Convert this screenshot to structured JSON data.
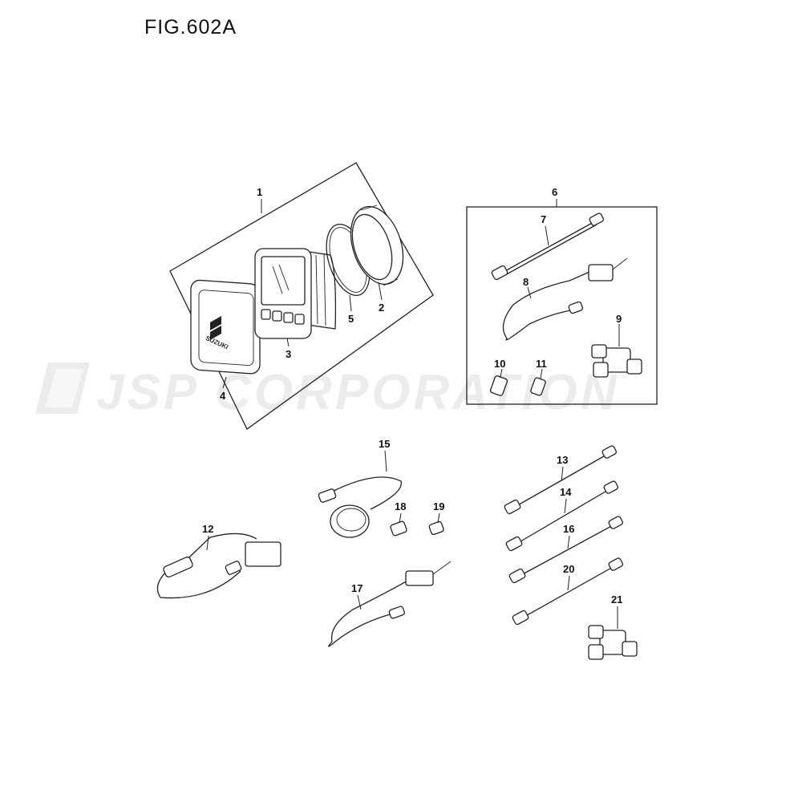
{
  "figure_title": "FIG.602A",
  "watermark": "JSP CORPORATION",
  "logo_text": "SUZUKI",
  "callouts": [
    "1",
    "2",
    "3",
    "4",
    "5",
    "6",
    "7",
    "8",
    "9",
    "10",
    "11",
    "12",
    "13",
    "14",
    "15",
    "16",
    "17",
    "18",
    "19",
    "20",
    "21"
  ]
}
